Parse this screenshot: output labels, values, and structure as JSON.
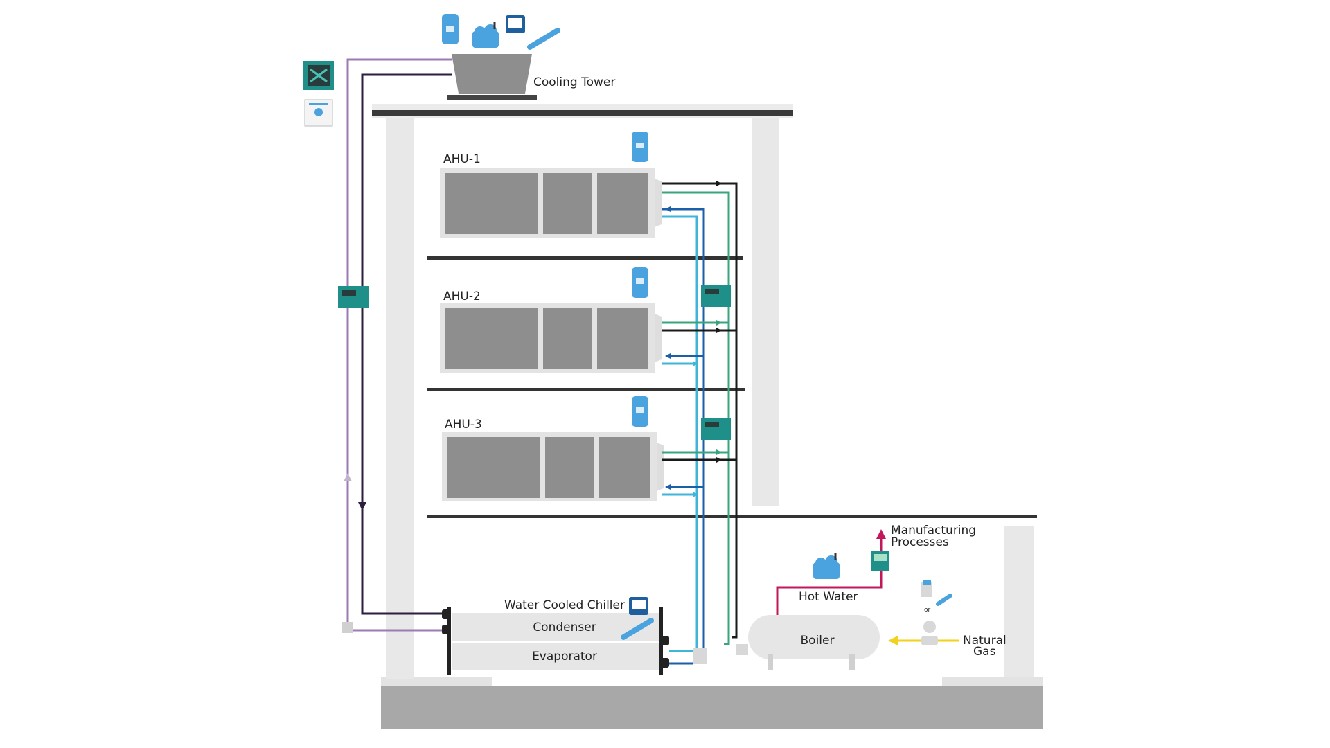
{
  "labels": {
    "cooling_tower": "Cooling Tower",
    "ahu1": "AHU-1",
    "ahu2": "AHU-2",
    "ahu3": "AHU-3",
    "water_cooled_chiller": "Water Cooled Chiller",
    "condenser": "Condenser",
    "evaporator": "Evaporator",
    "boiler": "Boiler",
    "hot_water": "Hot Water",
    "manufacturing_line1": "Manufacturing",
    "manufacturing_line2": "Processes",
    "natural_gas_line1": "Natural",
    "natural_gas_line2": "Gas",
    "or": "or"
  },
  "colors": {
    "pipe_dark": "#2b1e3f",
    "pipe_purple": "#9b7bb3",
    "pipe_green": "#3aa57c",
    "pipe_blue": "#1b5fa8",
    "pipe_lightblue": "#3fb6d9",
    "pipe_black": "#1a1a1a",
    "hot_water_red": "#c2185b",
    "gas_yellow": "#f2d21b",
    "building_gray": "#e8e8e8",
    "unit_gray": "#8e8e8e",
    "device_blue": "#4aa3df",
    "device_teal": "#1f8f8a"
  },
  "icons": [
    "transmitter-icon",
    "wireless-gateway-icon",
    "flow-meter-icon",
    "temperature-probe-icon",
    "controller-icon",
    "display-panel-icon"
  ]
}
